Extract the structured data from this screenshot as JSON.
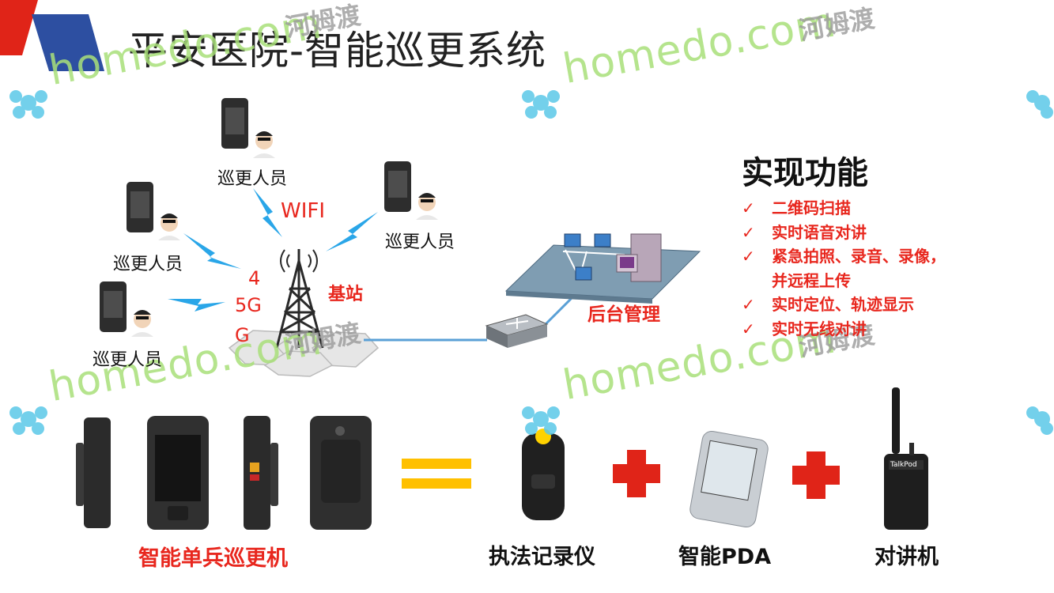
{
  "title": "平安医院-智能巡更系统",
  "watermark": {
    "text": "homedo.com",
    "cn_text": "河姆渡",
    "color": "#a9e07a"
  },
  "patrol_label": "巡更人员",
  "network": {
    "wifi": "WIFI",
    "g4": "4",
    "g5": "5G",
    "g": "G",
    "base_station": "基站",
    "backend": "后台管理"
  },
  "features": {
    "title": "实现功能",
    "check": "✓",
    "items": [
      "二维码扫描",
      "实时语音对讲",
      "紧急拍照、录音、录像，",
      "实时定位、轨迹显示",
      "实时无线对讲"
    ],
    "continuation": "并远程上传"
  },
  "bottom": {
    "device_label": "智能单兵巡更机",
    "recorder_label": "执法记录仪",
    "pda_label": "智能PDA",
    "radio_label": "对讲机",
    "radio_brand": "TalkPod"
  },
  "colors": {
    "red": "#e8271e",
    "equals": "#ffc000",
    "plus": "#e02418",
    "link": "#5aa0d6",
    "lightning": "#2aa6e8"
  }
}
